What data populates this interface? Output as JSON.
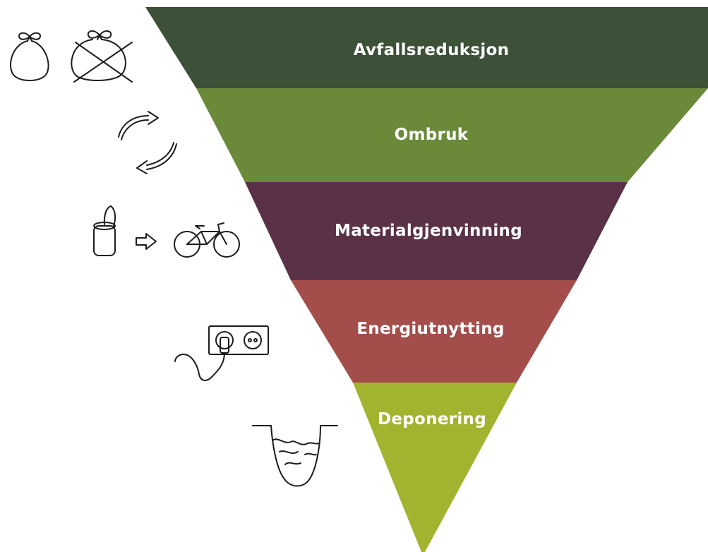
{
  "levels": [
    {
      "label": "Avfallsreduksjon",
      "color": "#3d5038",
      "icon": "garbage-bag-icon"
    },
    {
      "label": "Ombruk",
      "color": "#6a8a3a",
      "icon": "circular-arrows-icon"
    },
    {
      "label": "Materialgjenvinning",
      "color": "#5a3147",
      "icon": "can-to-bicycle-icon"
    },
    {
      "label": "Energiutnytting",
      "color": "#a34e4a",
      "icon": "power-socket-icon"
    },
    {
      "label": "Deponering",
      "color": "#a2b42f",
      "icon": "landfill-pit-icon"
    }
  ]
}
